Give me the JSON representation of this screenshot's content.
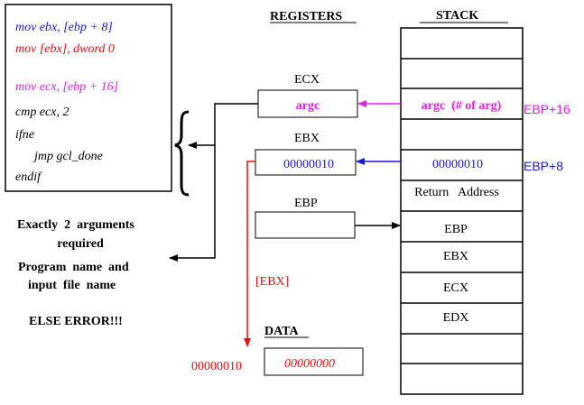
{
  "code": {
    "line1": "mov ebx, [ebp + 8]",
    "line2": "mov [ebx], dword 0",
    "line3": "mov ecx, [ebp + 16]",
    "line4": "cmp ecx, 2",
    "line5": "ifne",
    "line6": "jmp gcl_done",
    "line7": "endif"
  },
  "headers": {
    "registers": "REGISTERS",
    "stack": "STACK",
    "data": "DATA"
  },
  "registers": {
    "ecx_label": "ECX",
    "ecx_value": "argc",
    "ebx_label": "EBX",
    "ebx_value": "00000010",
    "ebp_label": "EBP",
    "ebp_value": ""
  },
  "stack": {
    "cells": [
      "",
      "",
      "argc  (# of arg)",
      "",
      "00000010",
      "Return   Address",
      "EBP",
      "EBX",
      "ECX",
      "EDX",
      "",
      ""
    ],
    "offset_16": "EBP+16",
    "offset_8": "EBP+8"
  },
  "notes": {
    "line1": "Exactly  2  arguments",
    "line2": "required",
    "line3": "Program  name  and",
    "line4": "input  file  name",
    "line5": "ELSE ERROR!!!"
  },
  "pointer": {
    "label": "[EBX]",
    "address": "00000010",
    "data_value": "00000000"
  },
  "colors": {
    "blue": "#1a1ad6",
    "red": "#e01010",
    "magenta": "#e020e0"
  }
}
